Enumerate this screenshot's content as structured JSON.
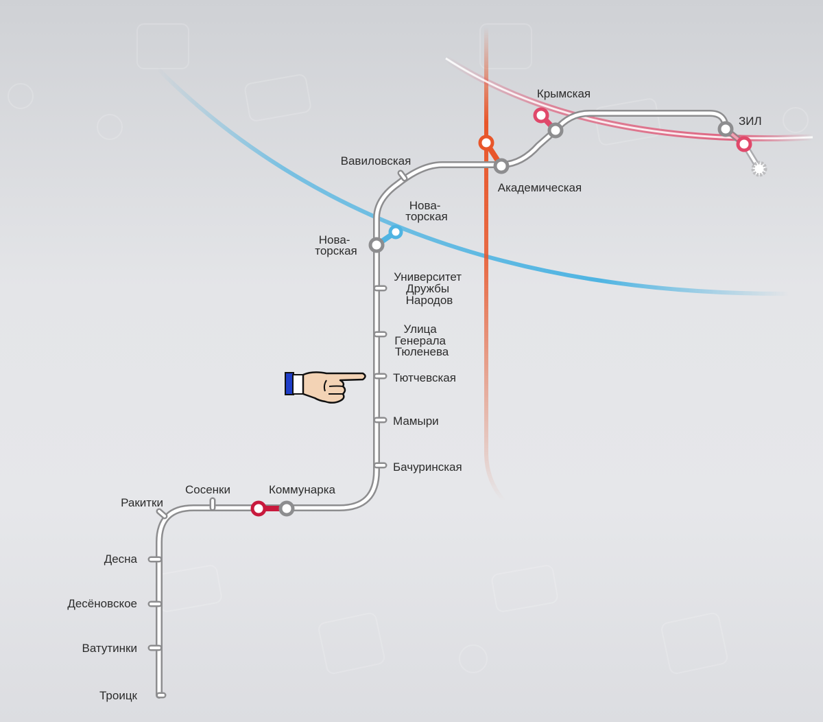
{
  "map": {
    "colors": {
      "line_main": "#ffffff",
      "line_outline": "#8d8d8f",
      "red_line": "#c8193d",
      "orange_line": "#e8562a",
      "blue_line": "#4fb4e2",
      "gray_line": "#9a9a9c",
      "pink_line": "#e0486a"
    },
    "stations": {
      "troitsk": "Троицк",
      "vatutinki": "Ватутинки",
      "desenovskoe": "Десёновское",
      "desna": "Десна",
      "rakitki": "Ракитки",
      "sosenki": "Сосенки",
      "kommunarka": "Коммунарка",
      "bachurinskaya": "Бачуринская",
      "mamyri": "Мамыри",
      "tyutchevskaya": "Тютчевская",
      "tyuleneva": [
        "Улица",
        "Генерала",
        "Тюленева"
      ],
      "rudn": [
        "Университет",
        "Дружбы",
        "Народов"
      ],
      "novatorskaya_left": [
        "Нова-",
        "торская"
      ],
      "novatorskaya_right": [
        "Нова-",
        "торская"
      ],
      "vavilovskaya": "Вавиловская",
      "akademicheskaya": "Академическая",
      "krymskaya": "Крымская",
      "zil": "ЗИЛ"
    },
    "pointer": {
      "icon": "pointing-hand-icon",
      "target": "Тютчевская"
    }
  }
}
